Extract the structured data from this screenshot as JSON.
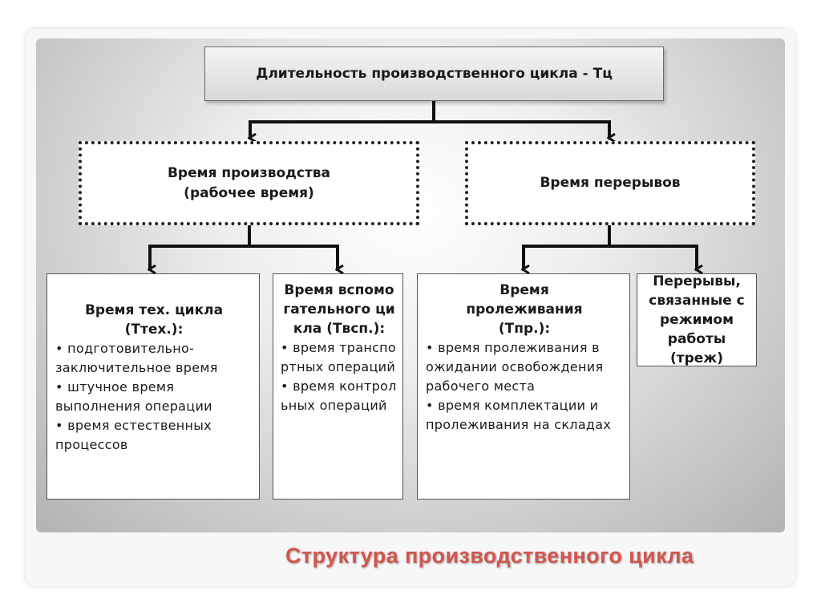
{
  "root": {
    "title": "Длительность производственного цикла - Тц"
  },
  "branches": [
    {
      "title_line1": "Время производства",
      "title_line2": "(рабочее время)"
    },
    {
      "title_line1": "Время перерывов"
    }
  ],
  "leaves": [
    {
      "title": "Время тех. цикла (Ттех.):",
      "items": [
        "• подготовительно-заключительное время",
        "• штучное время выполнения операции",
        "• время естественных процессов"
      ]
    },
    {
      "title": "Время вспомогательного цикла (Твсп.):",
      "items": [
        "• время транспортных операций",
        "• время контрольных операций"
      ]
    },
    {
      "title": "Время пролеживания (Тпр.):",
      "items": [
        "• время пролеживания в ожидании освобождения рабочего места",
        "• время комплектации и пролеживания на складах"
      ]
    },
    {
      "title": "Перерывы, связанные с режимом работы (треж)",
      "items": []
    }
  ],
  "caption": "Структура производственного цикла",
  "colors": {
    "caption": "#d2564e",
    "connector": "#111111",
    "border": "#555555"
  }
}
